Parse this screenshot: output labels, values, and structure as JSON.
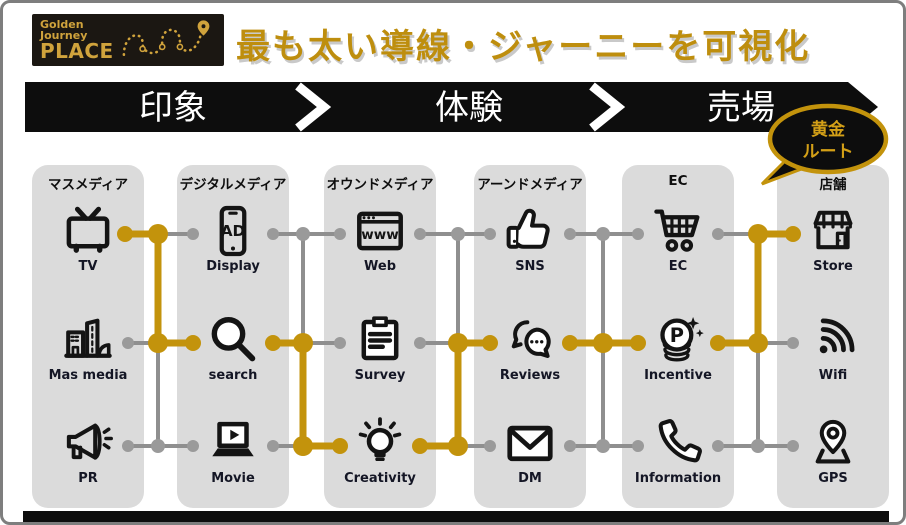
{
  "logo": {
    "line1": "Golden",
    "line2": "Journey",
    "line3": "PLACE"
  },
  "title": "最も太い導線・ジャーニーを可視化",
  "stages": [
    {
      "label": "印象"
    },
    {
      "label": "体験"
    },
    {
      "label": "売場"
    }
  ],
  "badge": {
    "line1": "黄金",
    "line2": "ルート"
  },
  "columns": [
    {
      "header": "マスメディア",
      "items": [
        {
          "label": "TV",
          "icon": "tv-icon"
        },
        {
          "label": "Mas media",
          "icon": "buildings-icon"
        },
        {
          "label": "PR",
          "icon": "megaphone-icon"
        }
      ]
    },
    {
      "header": "デジタルメディア",
      "items": [
        {
          "label": "Display",
          "icon": "smartphone-ad-icon"
        },
        {
          "label": "search",
          "icon": "magnifier-icon"
        },
        {
          "label": "Movie",
          "icon": "laptop-play-icon"
        }
      ]
    },
    {
      "header": "オウンドメディア",
      "items": [
        {
          "label": "Web",
          "icon": "browser-icon"
        },
        {
          "label": "Survey",
          "icon": "clipboard-icon"
        },
        {
          "label": "Creativity",
          "icon": "lightbulb-icon"
        }
      ]
    },
    {
      "header": "アーンドメディア",
      "items": [
        {
          "label": "SNS",
          "icon": "thumbs-up-icon"
        },
        {
          "label": "Reviews",
          "icon": "chat-bubbles-icon"
        },
        {
          "label": "DM",
          "icon": "envelope-icon"
        }
      ]
    },
    {
      "header": "EC",
      "items": [
        {
          "label": "EC",
          "icon": "cart-icon"
        },
        {
          "label": "Incentive",
          "icon": "point-coin-icon"
        },
        {
          "label": "Information",
          "icon": "phone-icon"
        }
      ]
    },
    {
      "header": "店舗",
      "items": [
        {
          "label": "Store",
          "icon": "storefront-icon"
        },
        {
          "label": "Wifi",
          "icon": "wifi-icon"
        },
        {
          "label": "GPS",
          "icon": "map-pin-icon"
        }
      ]
    }
  ],
  "golden_route": [
    "TV",
    "search",
    "Creativity",
    "Reviews",
    "Incentive",
    "Store"
  ],
  "smartphone_screen_text": "AD",
  "browser_screen_text": "www",
  "point_coin_text": "P",
  "colors": {
    "gold": "#C3930C",
    "gray_line": "#8F8F8F",
    "column_bg": "#DBDBDB",
    "black": "#0D0D0D",
    "title_gold": "#BE8E0E",
    "badge_gold": "#D4A017"
  }
}
